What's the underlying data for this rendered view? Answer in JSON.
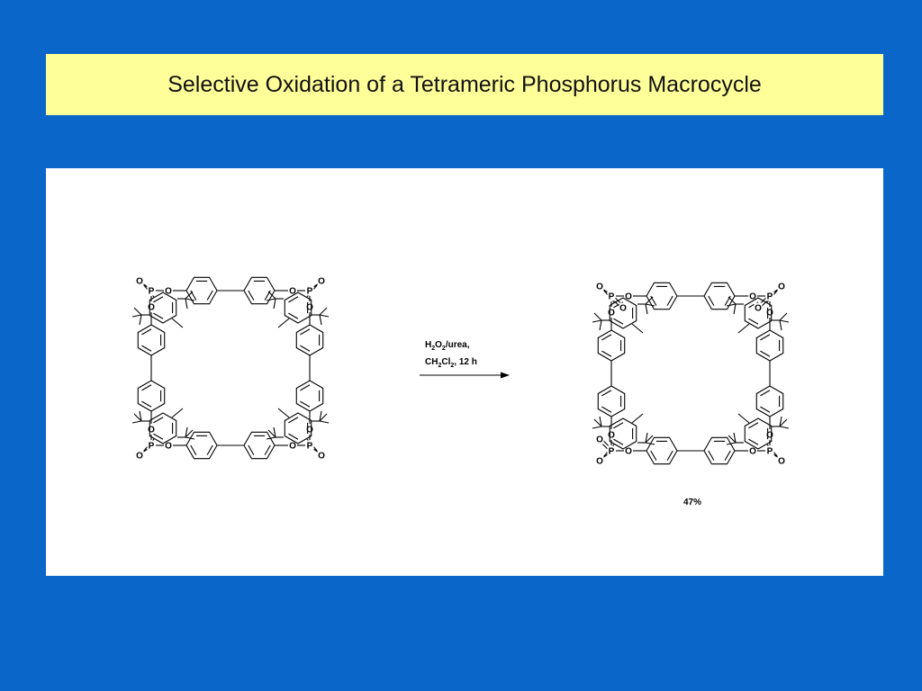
{
  "slide": {
    "title": "Selective Oxidation of a Tetrameric Phosphorus Macrocycle"
  },
  "scheme": {
    "reagent_line1_parts": [
      "H",
      "2",
      "O",
      "2",
      "/urea,"
    ],
    "reagent_line2_parts": [
      "CH",
      "2",
      "Cl",
      "2",
      ", 12 h"
    ],
    "yield": "47%",
    "atom_labels": {
      "phosphorus": "P",
      "oxygen": "O"
    }
  }
}
